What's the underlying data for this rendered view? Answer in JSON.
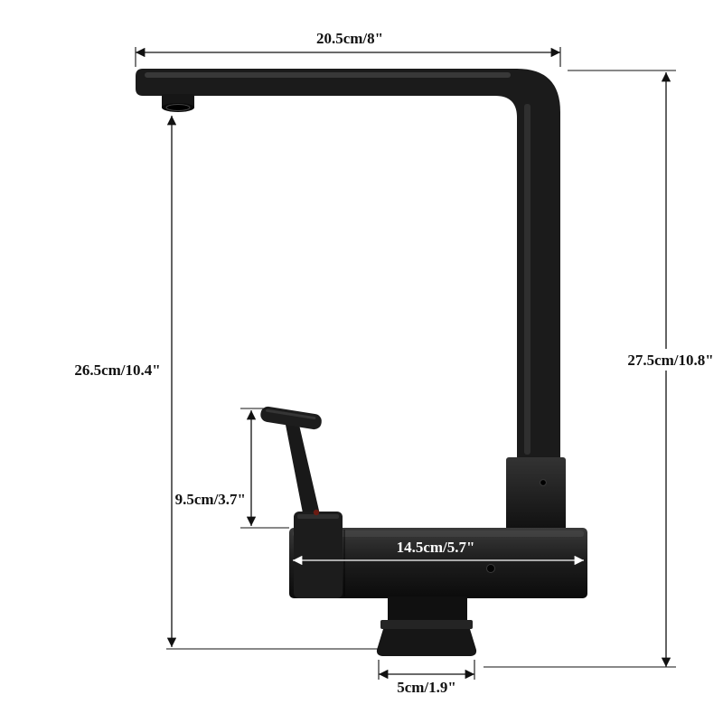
{
  "diagram": {
    "type": "product-dimension-diagram",
    "subject": "matte-black-kitchen-faucet-side-view",
    "dimensions": {
      "top_width": "20.5cm/8\"",
      "total_height": "27.5cm/10.8\"",
      "spout_height": "26.5cm/10.4\"",
      "handle_height": "9.5cm/3.7\"",
      "body_width": "14.5cm/5.7\"",
      "base_width": "5cm/1.9\""
    },
    "colors": {
      "background": "#ffffff",
      "faucet_dark": "#141414",
      "faucet_mid": "#2e2e2e",
      "dimension_line": "#111111",
      "body_label_text": "#ffffff",
      "handle_dot": "#6b1b12"
    }
  }
}
